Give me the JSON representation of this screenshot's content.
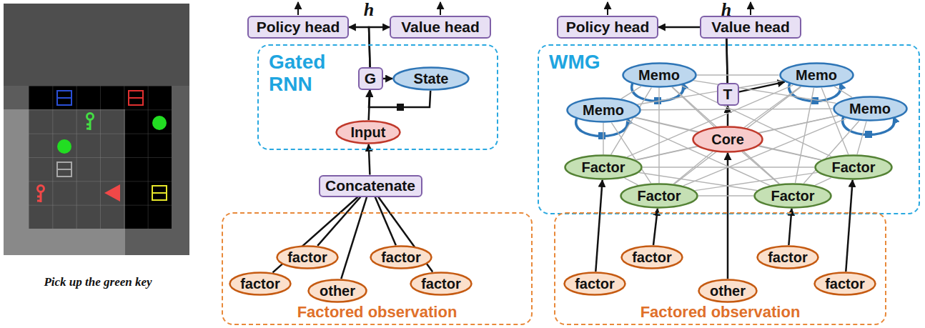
{
  "diagram": {
    "nodes": [
      {
        "text": [
          "Policy head"
        ]
      },
      {
        "text": [
          "Value head"
        ]
      },
      {
        "text": [
          "Gated RNN"
        ]
      },
      {
        "text": [
          "G"
        ],
        "in": 2
      },
      {
        "text": [
          "State"
        ],
        "in": 2
      },
      {
        "text": [
          "Input"
        ],
        "in": 2
      },
      {
        "text": [
          "Concatenate"
        ]
      },
      {
        "text": [
          "Factored observation"
        ]
      },
      {
        "text": [
          "factor"
        ],
        "in": 7
      },
      {
        "text": [
          "factor"
        ],
        "in": 7
      },
      {
        "text": [
          "other"
        ],
        "in": 7
      },
      {
        "text": [
          "factor"
        ],
        "in": 7
      },
      {
        "text": [
          "factor"
        ],
        "in": 7
      },
      {
        "text": [
          "Policy head"
        ]
      },
      {
        "text": [
          "Value head"
        ]
      },
      {
        "text": [
          "WMG"
        ]
      },
      {
        "text": [
          "Memo"
        ],
        "in": 15
      },
      {
        "text": [
          "Memo"
        ],
        "in": 15
      },
      {
        "text": [
          "T"
        ],
        "in": 15
      },
      {
        "text": [
          "Memo"
        ],
        "in": 15
      },
      {
        "text": [
          "Memo"
        ],
        "in": 15
      },
      {
        "text": [
          "Core"
        ],
        "in": 15
      },
      {
        "text": [
          "Factor"
        ],
        "in": 15
      },
      {
        "text": [
          "Factor"
        ],
        "in": 15
      },
      {
        "text": [
          "Factor"
        ],
        "in": 15
      },
      {
        "text": [
          "Factor"
        ],
        "in": 15
      },
      {
        "text": [
          "Factored observation"
        ]
      },
      {
        "text": [
          "factor"
        ],
        "in": 26
      },
      {
        "text": [
          "factor"
        ],
        "in": 26
      },
      {
        "text": [
          "other"
        ],
        "in": 26
      },
      {
        "text": [
          "factor"
        ],
        "in": 26
      },
      {
        "text": [
          "factor"
        ],
        "in": 26
      }
    ],
    "edges": [
      {
        "from": 8,
        "to": 6,
        "arrow": "none"
      },
      {
        "from": 9,
        "to": 6,
        "arrow": "none"
      },
      {
        "from": 10,
        "to": 6,
        "arrow": "none"
      },
      {
        "from": 11,
        "to": 6,
        "arrow": "none"
      },
      {
        "from": 12,
        "to": 6,
        "arrow": "none"
      },
      {
        "from": 6,
        "to": 5,
        "arrow": "to"
      },
      {
        "from": 5,
        "to": 3,
        "arrow": "to"
      },
      {
        "from": 3,
        "to": 4,
        "arrow": "to"
      },
      {
        "from": 4,
        "to": 3,
        "arrow": "to"
      },
      {
        "from": 3,
        "to": 0,
        "arrow": "to"
      },
      {
        "from": 3,
        "to": 1,
        "arrow": "to"
      },
      {
        "from": 27,
        "to": 22,
        "arrow": "to"
      },
      {
        "from": 28,
        "to": 24,
        "arrow": "to"
      },
      {
        "from": 30,
        "to": 25,
        "arrow": "to"
      },
      {
        "from": 31,
        "to": 23,
        "arrow": "to"
      },
      {
        "from": 29,
        "to": 21,
        "arrow": "to"
      },
      {
        "from": 21,
        "to": 18,
        "arrow": "to"
      },
      {
        "from": 18,
        "to": 17,
        "arrow": "to"
      },
      {
        "from": 18,
        "to": 13,
        "arrow": "to"
      },
      {
        "from": 18,
        "to": 14,
        "arrow": "to"
      },
      {
        "from": 16,
        "to": 17,
        "arrow": "none"
      },
      {
        "from": 16,
        "to": 19,
        "arrow": "none"
      },
      {
        "from": 16,
        "to": 20,
        "arrow": "none"
      },
      {
        "from": 16,
        "to": 21,
        "arrow": "none"
      },
      {
        "from": 16,
        "to": 22,
        "arrow": "none"
      },
      {
        "from": 16,
        "to": 23,
        "arrow": "none"
      },
      {
        "from": 16,
        "to": 24,
        "arrow": "none"
      },
      {
        "from": 16,
        "to": 25,
        "arrow": "none"
      },
      {
        "from": 17,
        "to": 19,
        "arrow": "none"
      },
      {
        "from": 17,
        "to": 20,
        "arrow": "none"
      },
      {
        "from": 17,
        "to": 21,
        "arrow": "none"
      },
      {
        "from": 17,
        "to": 22,
        "arrow": "none"
      },
      {
        "from": 17,
        "to": 23,
        "arrow": "none"
      },
      {
        "from": 17,
        "to": 24,
        "arrow": "none"
      },
      {
        "from": 17,
        "to": 25,
        "arrow": "none"
      },
      {
        "from": 19,
        "to": 20,
        "arrow": "none"
      },
      {
        "from": 19,
        "to": 21,
        "arrow": "none"
      },
      {
        "from": 19,
        "to": 22,
        "arrow": "none"
      },
      {
        "from": 19,
        "to": 23,
        "arrow": "none"
      },
      {
        "from": 19,
        "to": 24,
        "arrow": "none"
      },
      {
        "from": 19,
        "to": 25,
        "arrow": "none"
      },
      {
        "from": 20,
        "to": 21,
        "arrow": "none"
      },
      {
        "from": 20,
        "to": 22,
        "arrow": "none"
      },
      {
        "from": 20,
        "to": 23,
        "arrow": "none"
      },
      {
        "from": 20,
        "to": 24,
        "arrow": "none"
      },
      {
        "from": 20,
        "to": 25,
        "arrow": "none"
      },
      {
        "from": 21,
        "to": 22,
        "arrow": "none"
      },
      {
        "from": 21,
        "to": 23,
        "arrow": "none"
      },
      {
        "from": 21,
        "to": 24,
        "arrow": "none"
      },
      {
        "from": 21,
        "to": 25,
        "arrow": "none"
      },
      {
        "from": 22,
        "to": 23,
        "arrow": "none"
      },
      {
        "from": 22,
        "to": 24,
        "arrow": "none"
      },
      {
        "from": 22,
        "to": 25,
        "arrow": "none"
      },
      {
        "from": 23,
        "to": 24,
        "arrow": "none"
      },
      {
        "from": 23,
        "to": 25,
        "arrow": "none"
      },
      {
        "from": 24,
        "to": 25,
        "arrow": "none"
      }
    ],
    "labels": [
      "Pick up the green key",
      "h",
      "h"
    ]
  }
}
